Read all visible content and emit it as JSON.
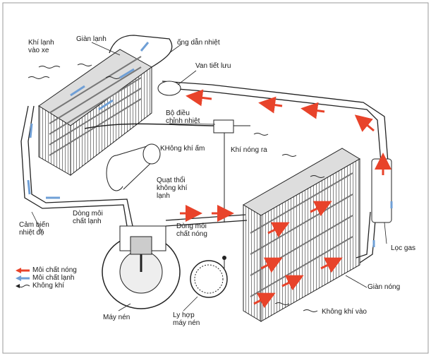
{
  "labels": {
    "khi_lanh_vao_xe": "Khí lạnh\nvào xe",
    "gian_lanh": "Giàn lạnh",
    "ong_dan_nhiet": "ống dẫn nhiệt",
    "van_tiet_luu": "Van tiết lưu",
    "bo_dieu_chinh_nhiet": "Bộ điều\nchỉnh nhiệt",
    "khong_khi_am": "KHông khí ấm",
    "khi_nong_ra": "Khí nóng ra",
    "quat_thoi": "Quạt thổi\nkhông khí\nlạnh",
    "cam_bien_nhiet_do": "Cảm biến\nnhiệt độ",
    "dong_moi_chat_lanh": "Dòng môi\nchất lạnh",
    "dong_moi_chat_nong": "Dòng môi\nchất nóng",
    "loc_gas": "Lọc gas",
    "gian_nong": "Giàn nóng",
    "khong_khi_vao": "Không khí vào",
    "may_nen": "Máy nén",
    "ly_hop_may_nen": "Ly hợp\nmáy nén"
  },
  "legend": {
    "hot": "Môi chất nóng",
    "cold": "Môi chất lạnh",
    "air": "Không khí"
  },
  "colors": {
    "hot": "#e8432a",
    "cold": "#6f9fd6",
    "line": "#222222"
  }
}
